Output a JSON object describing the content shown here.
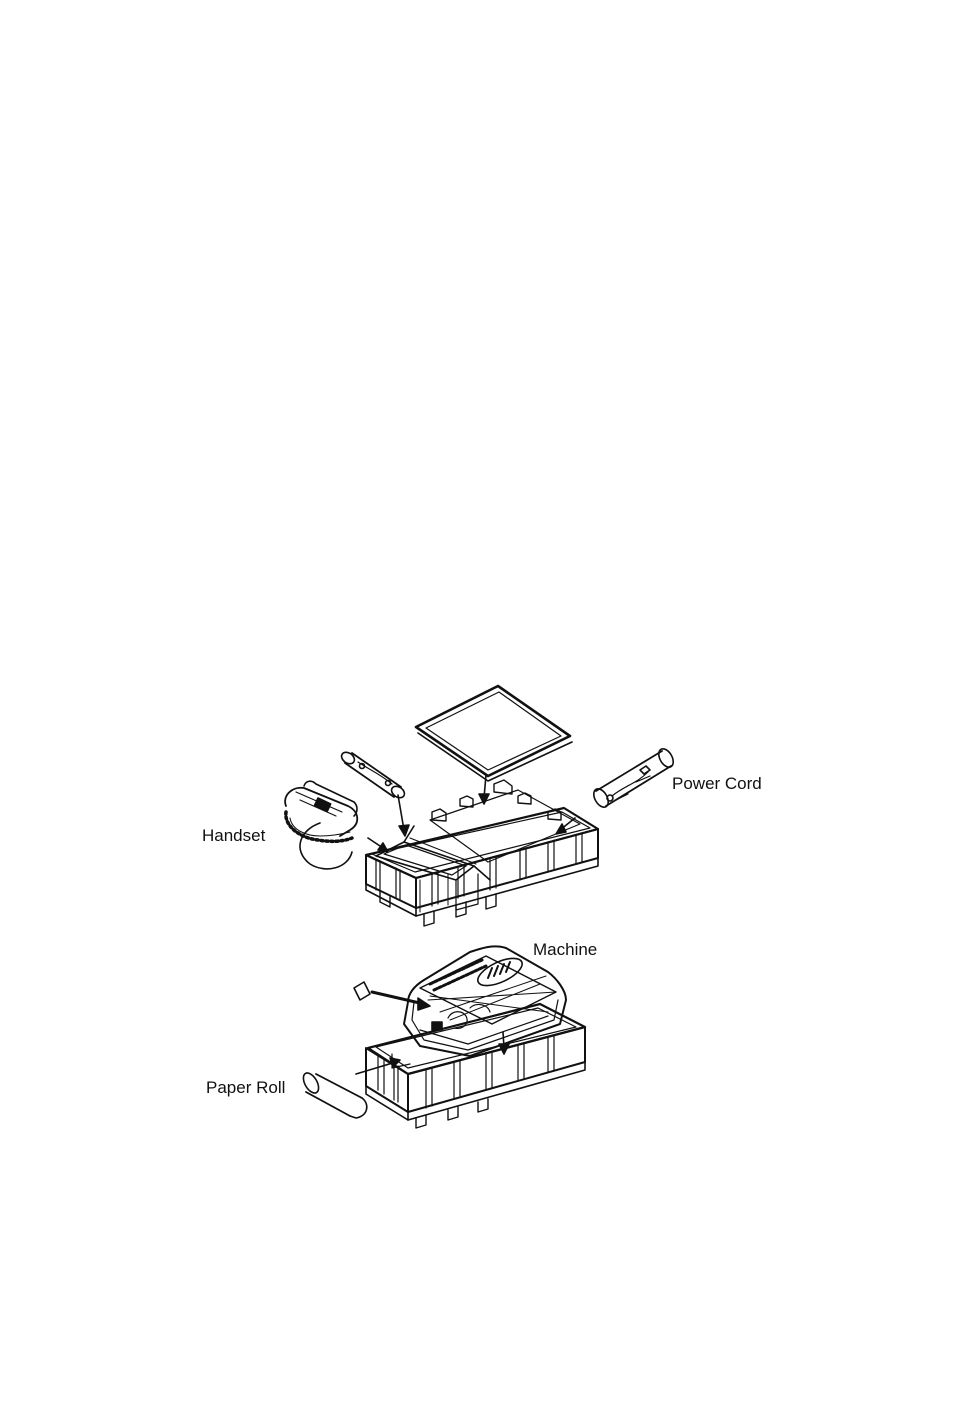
{
  "labels": {
    "handset": "Handset",
    "power_cord": "Power Cord",
    "machine": "Machine",
    "paper_roll": "Paper Roll"
  },
  "colors": {
    "ink": "#111111",
    "background": "#ffffff"
  }
}
